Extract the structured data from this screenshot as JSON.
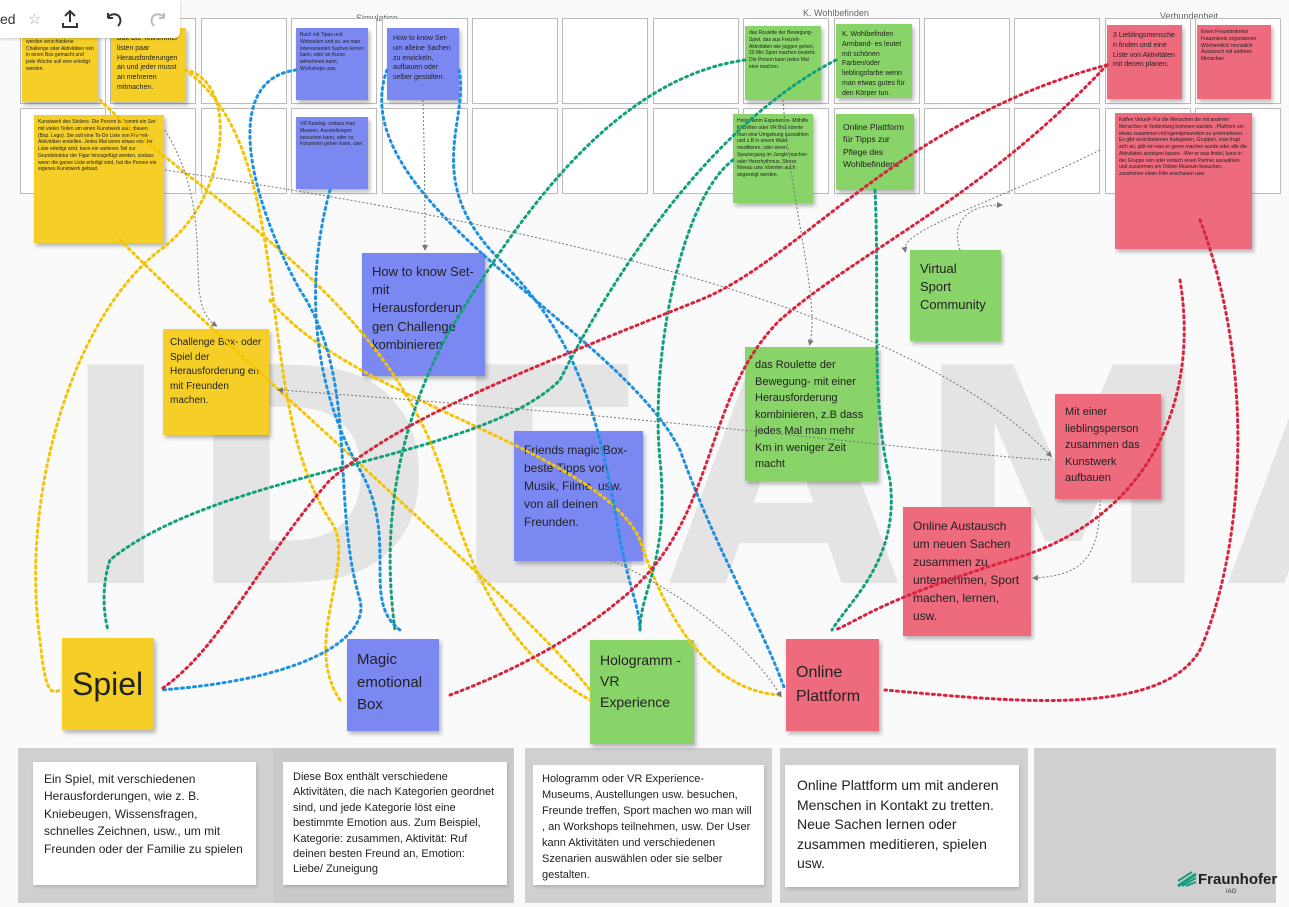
{
  "toolbar": {
    "partial_label": "ed",
    "star_icon": "star-outline-icon",
    "share_icon": "upload-icon",
    "undo_icon": "undo-icon",
    "redo_icon": "redo-icon"
  },
  "sections": {
    "simulation": "Simulation",
    "wohlbefinden": "K. Wohlbefinden",
    "verbundenheit": "Verbundenheit"
  },
  "watermark": "IDEAMAP",
  "notes": {
    "y_top1": "Challenge Box Monatlich werden verschiedene Challenge oder Aktivitäten rein in einen Box gemacht und jede Woche soll eine erledigt werden.",
    "y_top2": "Box Die Teilnehmer listen paar Herausforderungen an und jeder musst an mehreren mitmachen.",
    "y_kunstwerk": "Kunstwerk des Stolzes- Die Person bekommt ein Set mit vielen Teilen um einen Kunstwerk aufzubauen (Bsp. Lego). Sie soll eine To-Do Liste von Freizeit-Aktivitäten erstellen. Jedes Mal wenn etwas von der Liste erledigt wird, kann ein weiteres Teil zur Grundstruktur der Figur hinzugefügt werden, sodass wenn die ganze Liste erledigt wird, hat die Person ein eigenes Kunstwerk gebaut.",
    "b_tipps": "Buch mit Tipps und Webseiten und so, wo man Interessanten Sachen lernen kann, oder an Kurse teilnehmen kann, Workshops usw.",
    "b_howto_small": "How to know Set- um alleine Sachen zu erwickeln, aufbauen oder selber gestalten.",
    "b_vr": "VR Katalog- sodass man Museen, Ausstellungen besuchen kann, oder zu Konzerten gehen kann, usw.",
    "g_roulette_small": "das Roulette der Bewegung- Spiel, das aus Freizeit-Aktivitäten wie joggen gehen, 20 Min Sport machen besteht. Die Person kann jedes Mal eine machen.",
    "g_armband": "K. Wohlbefinden Armband- es leutet mit schönen Farben/oder lieblingsfarbe wenn man etwas gutes für den Körper tun.",
    "g_hologramm_small": "Hologramm Experience- Mithilfe KI Brillen oder VR Box könnte man eine Umgebung auswählen und z.B in einem Wald meditieren, oder einen Spaziergang im Jungle machen oder Herzrhythmus, Stress Niveau usw. könnten auch angezeigt werden.",
    "g_online_small": "Online Plattform für Tipps zur Pflege des Wohlbefindens",
    "r_lieblings": "3 Lieblingsmensche n finden und eine Liste von Aktivitäten mit denen planen.",
    "r_freundeskreis": "Einen Freundeskreis/ Frauenkreis organisieren. Wöchentlich/ monatlich Austausch mit anderen Menschen.",
    "r_kaffee": "Kaffee Virtuell- Für die Menschen die mit anderen Menschen in Verbindung kommen wurden. -Platform um etwas zusammen mit irgendjemandem zu unternehmen. -Es gibt verschiedenen Kategorien, Gruppen, man fragt sich an, gibt ein was er gerne machen wurde oder alle die Aktivitäten anzeigen lassen. -Wer er was findet, kann in der Gruppe rein oder einfach einen Partner auswählen und zusammen ein Online-Museum besuchen, zusammen einen Film anschauen usw.",
    "b_howto": "How to know Set- mit Herausforderun gen Challenge kombinieren",
    "y_challenge": "Challenge Box- oder Spiel der Herausforderung en mit Freunden machen.",
    "g_virtual": "Virtual Sport Community",
    "g_roulette": "das Roulette der Bewegung- mit einer Herausforderung kombinieren, z.B dass jedes Mal man mehr Km in weniger Zeit macht",
    "b_friends": "Friends magic Box- beste Tipps von Musik, Filme, usw. von all deinen Freunden.",
    "r_kunstwerk": "Mit einer lieblingsperson zusammen das Kunstwerk aufbauen",
    "r_austausch": "Online Austausch um neuen Sachen zusammen zu unternehmen, Sport machen, lernen, usw.",
    "main_spiel": "Spiel",
    "main_magic": "Magic emotional Box",
    "main_holo": "Hologramm - VR Experience",
    "main_online": "Online Plattform"
  },
  "descriptions": {
    "spiel": "Ein Spiel, mit verschiedenen Herausforderungen, wie z. B. Kniebeugen, Wissensfragen, schnelles Zeichnen, usw., um mit Freunden oder der Familie zu spielen",
    "magic": "Diese Box enthält verschiedene Aktivitäten, die nach Kategorien geordnet sind, und jede Kategorie löst eine bestimmte Emotion aus. Zum Beispiel, Kategorie: zusammen, Aktivität: Ruf deinen besten Freund an, Emotion: Liebe/ Zuneigung",
    "holo": "Hologramm oder VR Experience- Museums, Austellungen usw. besuchen, Freunde treffen, Sport machen wo man will , an Workshops teilnehmen, usw. Der User kann Aktivitäten und verschiedenen Szenarien auswählen oder sie selber gestalten.",
    "online": "Online Plattform um mit anderen Menschen in Kontakt zu tretten. Neue Sachen lernen oder zusammen meditieren, spielen usw."
  },
  "logo": {
    "name": "Fraunhofer",
    "sub": "IAO"
  },
  "colors": {
    "yellow": "#f5cf28",
    "blue": "#7b88f2",
    "green": "#88d468",
    "red": "#ee6a7d",
    "link_yellow": "#f5c400",
    "link_blue": "#1e90e0",
    "link_green": "#12a07a",
    "link_red": "#d9243f",
    "link_grey": "#777777"
  }
}
